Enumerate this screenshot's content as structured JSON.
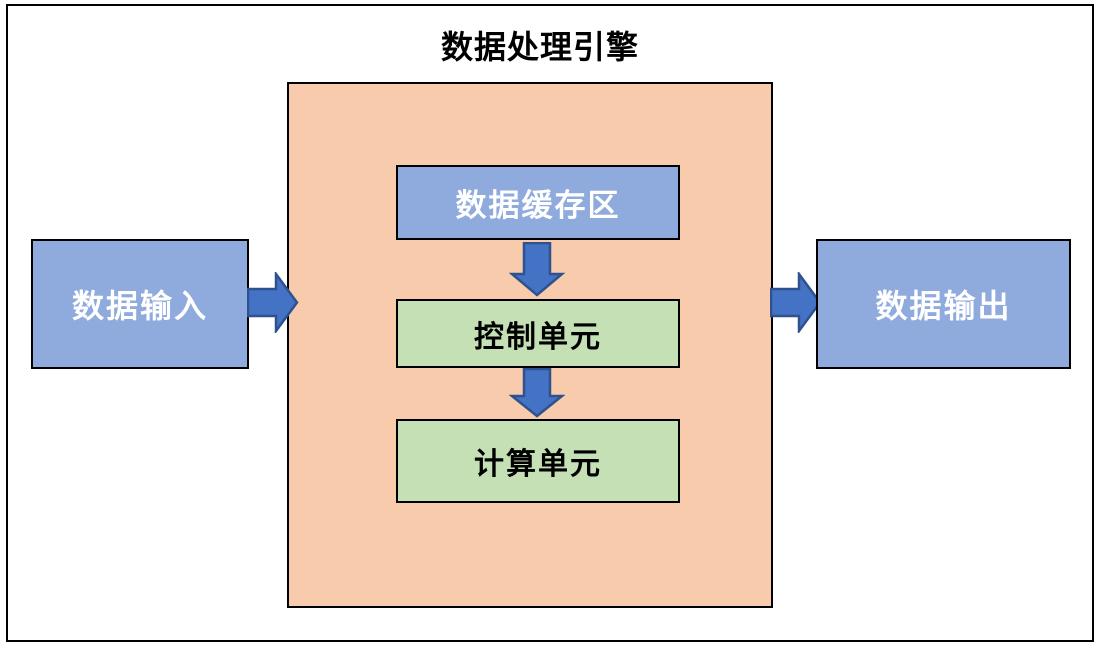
{
  "diagram": {
    "title": "数据处理引擎",
    "nodes": {
      "input": {
        "label": "数据输入"
      },
      "buffer": {
        "label": "数据缓存区"
      },
      "control": {
        "label": "控制单元"
      },
      "compute": {
        "label": "计算单元"
      },
      "output": {
        "label": "数据输出"
      }
    },
    "edges": [
      {
        "from": "数据输入",
        "to": "数据处理引擎",
        "direction": "right"
      },
      {
        "from": "数据缓存区",
        "to": "控制单元",
        "direction": "down"
      },
      {
        "from": "控制单元",
        "to": "计算单元",
        "direction": "down"
      },
      {
        "from": "数据处理引擎",
        "to": "数据输出",
        "direction": "right"
      }
    ],
    "colors": {
      "node_blue": "#8FAADC",
      "node_green": "#C5E0B4",
      "container_orange": "#F8CBAD",
      "arrow_fill": "#4472C4",
      "arrow_stroke": "#2F528F",
      "border_color": "#000000",
      "text_on_blue": "#FFFFFF",
      "text_on_green": "#000000"
    }
  }
}
